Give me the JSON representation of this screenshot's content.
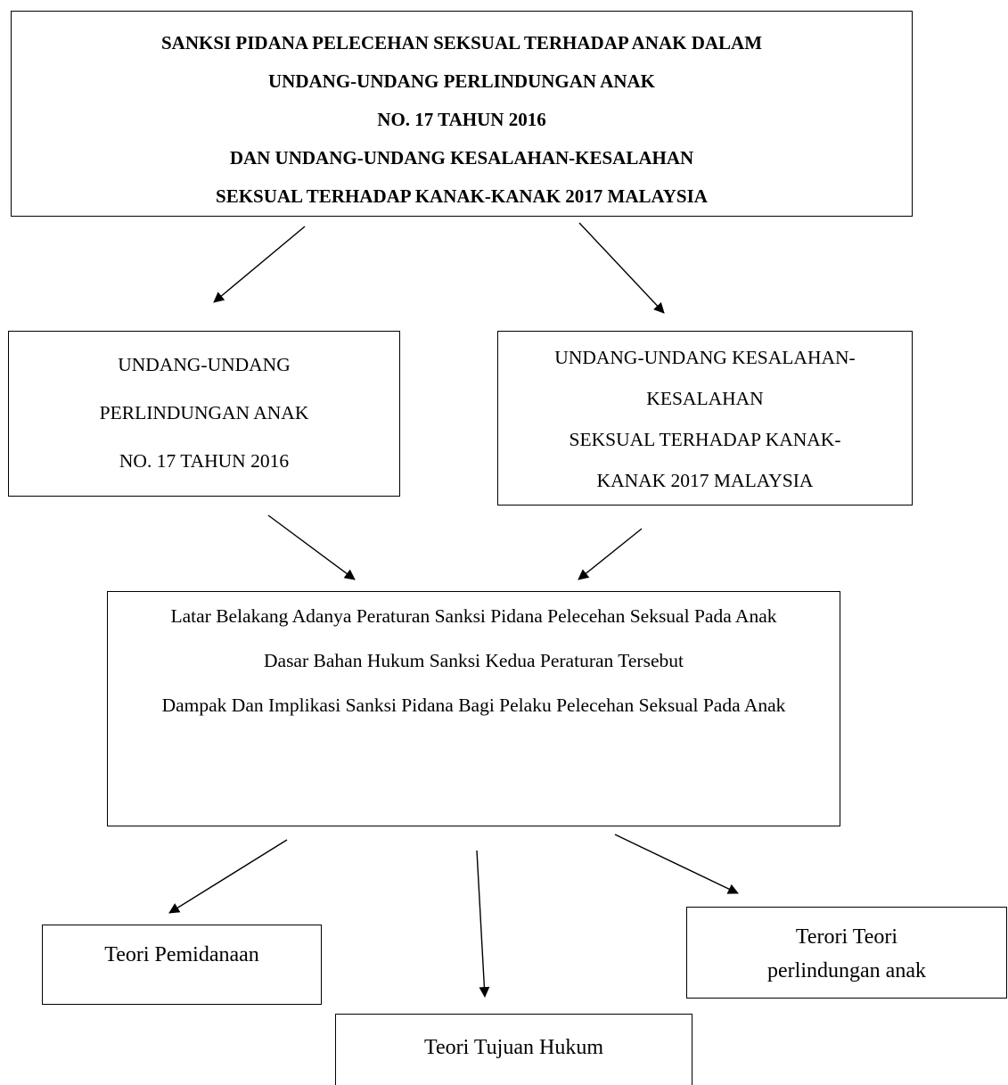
{
  "title_box": {
    "lines": [
      "SANKSI PIDANA PELECEHAN SEKSUAL TERHADAP ANAK DALAM",
      "UNDANG-UNDANG PERLINDUNGAN ANAK",
      "NO. 17 TAHUN 2016",
      "DAN UNDANG-UNDANG KESALAHAN-KESALAHAN",
      "SEKSUAL TERHADAP KANAK-KANAK 2017 MALAYSIA"
    ]
  },
  "left_box": {
    "lines": [
      "UNDANG-UNDANG",
      "PERLINDUNGAN ANAK",
      "NO. 17 TAHUN 2016"
    ]
  },
  "right_box": {
    "lines": [
      "UNDANG-UNDANG KESALAHAN-",
      "KESALAHAN",
      "SEKSUAL TERHADAP KANAK-",
      "KANAK 2017 MALAYSIA"
    ]
  },
  "center_box": {
    "items": [
      "Latar Belakang Adanya Peraturan Sanksi Pidana Pelecehan Seksual Pada Anak",
      "Dasar Bahan Hukum Sanksi Kedua Peraturan Tersebut",
      "Dampak Dan Implikasi Sanksi Pidana Bagi Pelaku Pelecehan Seksual Pada Anak"
    ]
  },
  "theory_boxes": {
    "pemidanaan": "Teori Pemidanaan",
    "perlindungan": [
      "Terori Teori",
      "perlindungan anak"
    ],
    "tujuan_hukum": "Teori Tujuan Hukum"
  },
  "colors": {
    "stroke": "#000000",
    "background": "#ffffff"
  }
}
